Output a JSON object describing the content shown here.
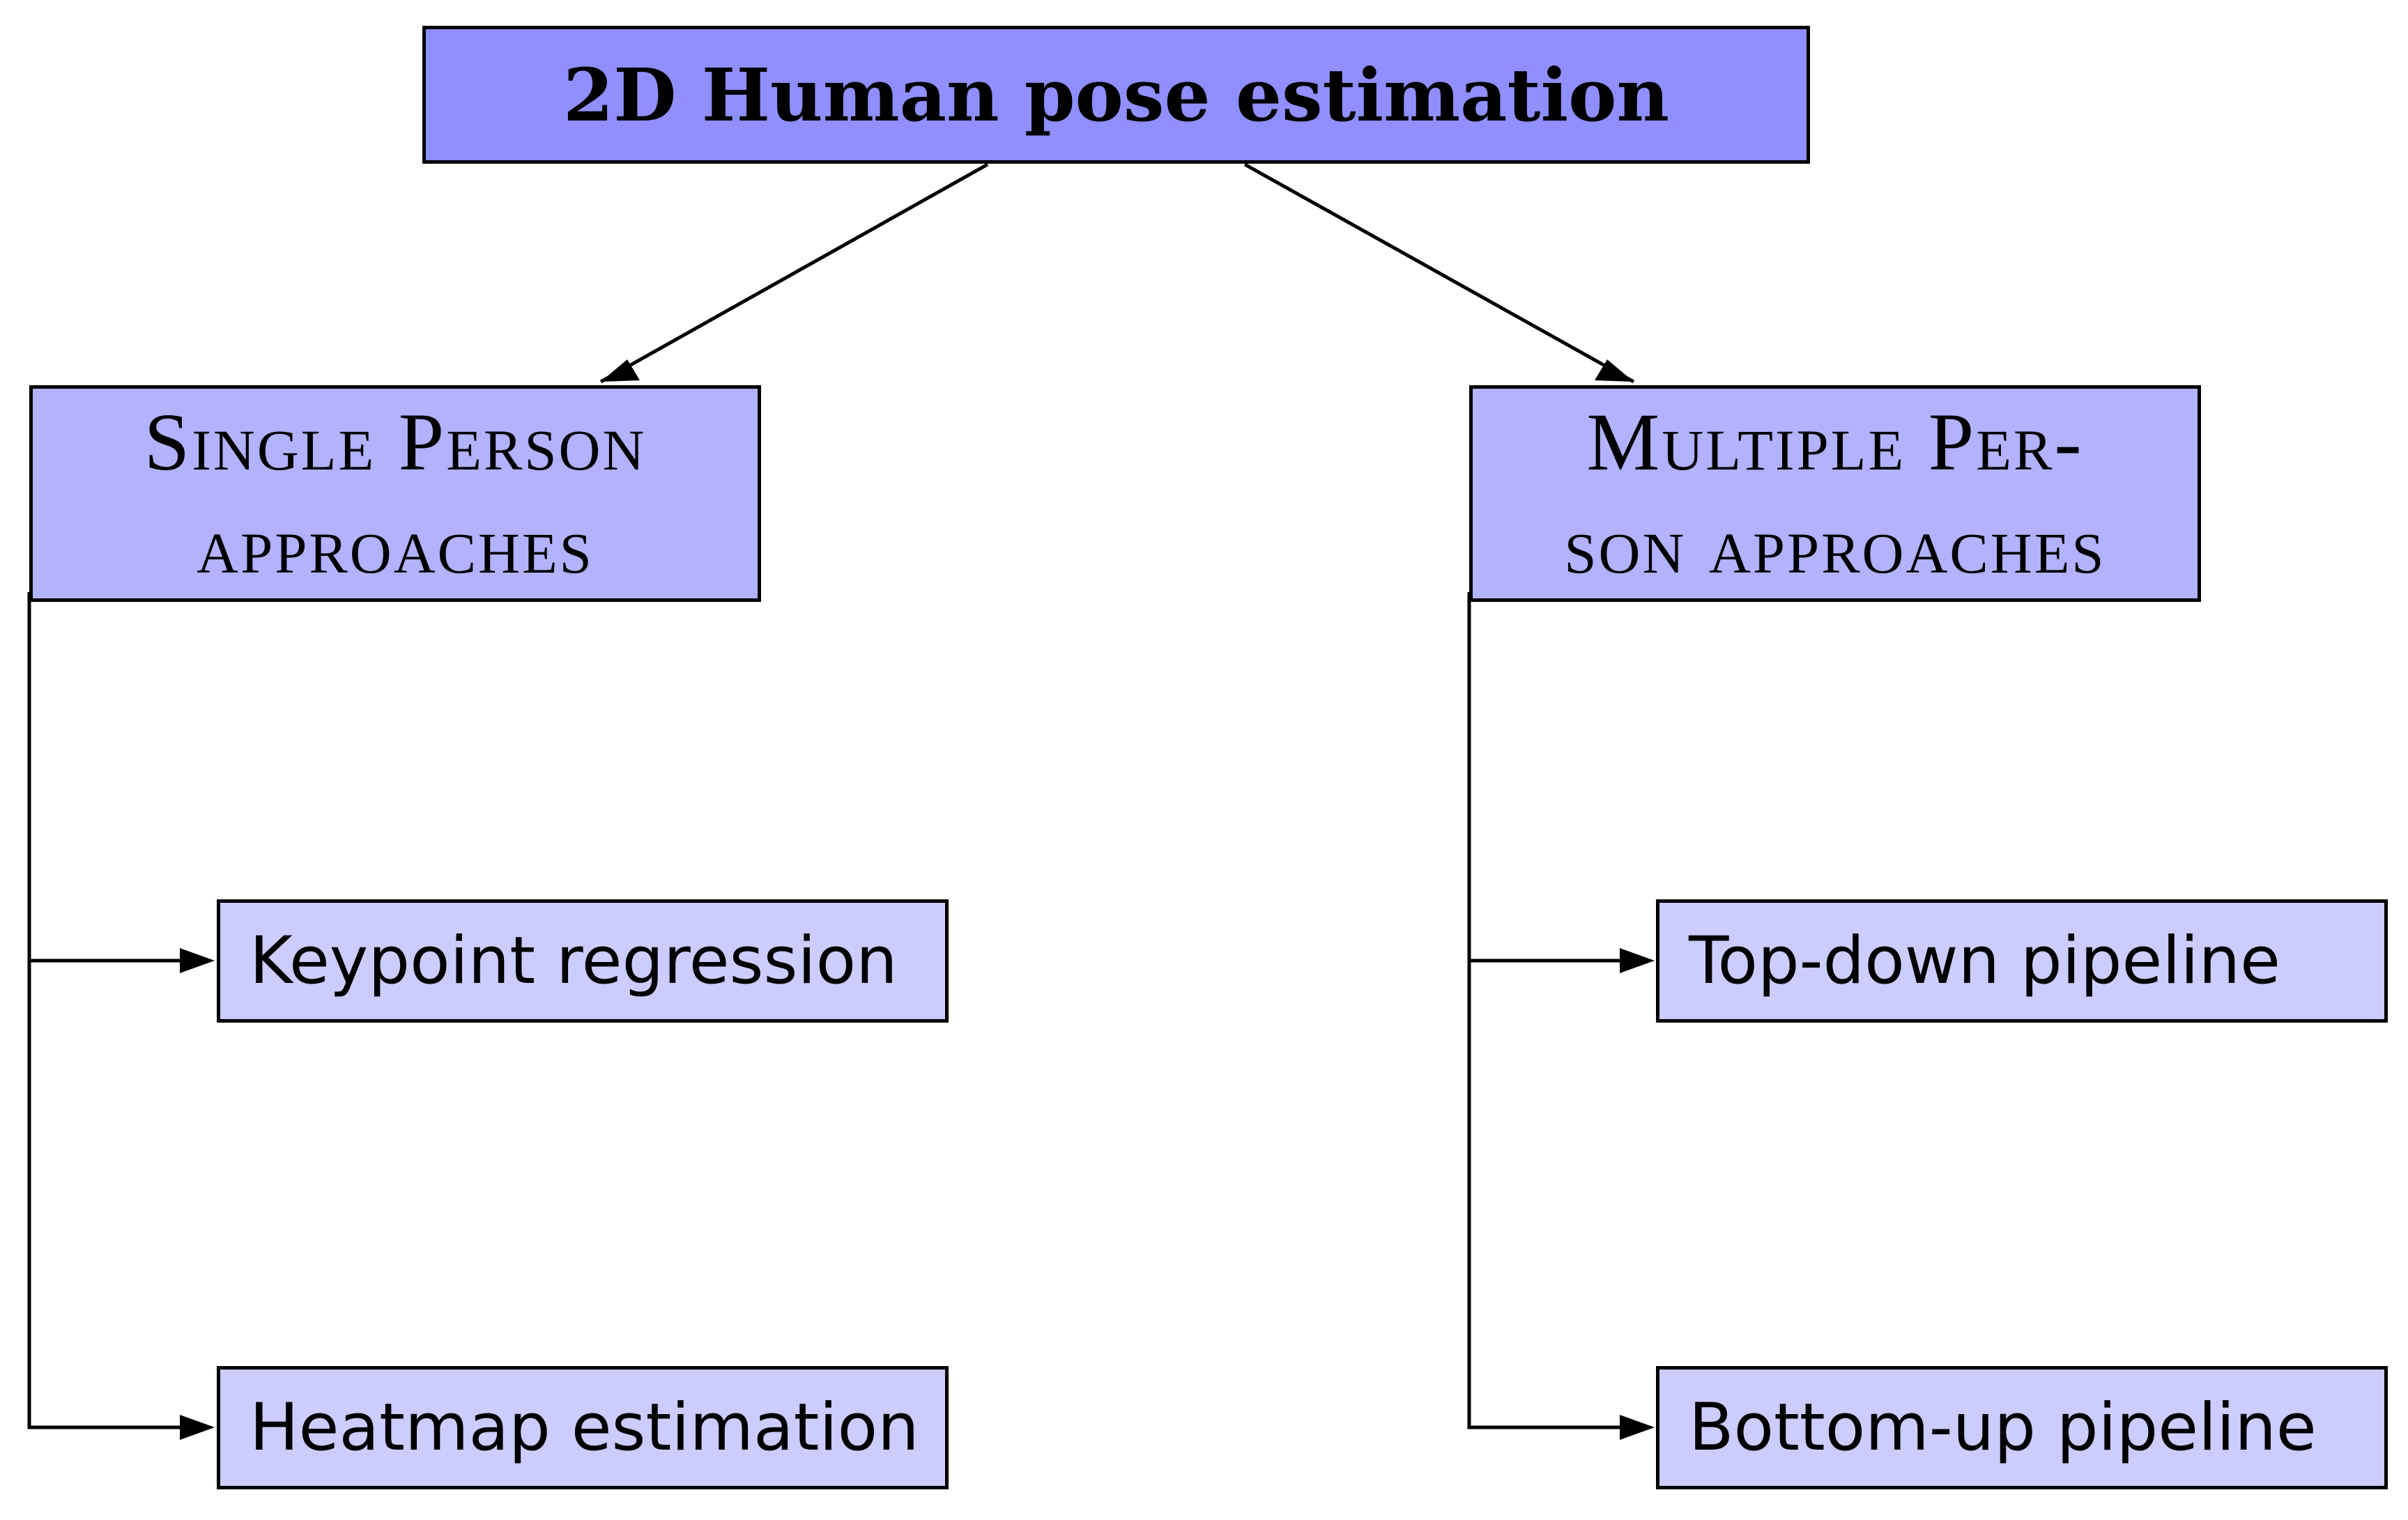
{
  "colors": {
    "root_fill": "#8f8fff",
    "category_fill": "#b2b2ff",
    "leaf_fill": "#ccccff",
    "stroke": "#000000"
  },
  "root": {
    "label": "2D Human pose estimation"
  },
  "categories": [
    {
      "line1": "Single Person",
      "line2": "approaches",
      "children": [
        "Keypoint regression",
        "Heatmap estimation"
      ]
    },
    {
      "line1": "Multiple Per-",
      "line2": "son approaches",
      "children": [
        "Top-down pipeline",
        "Bottom-up pipeline"
      ]
    }
  ]
}
